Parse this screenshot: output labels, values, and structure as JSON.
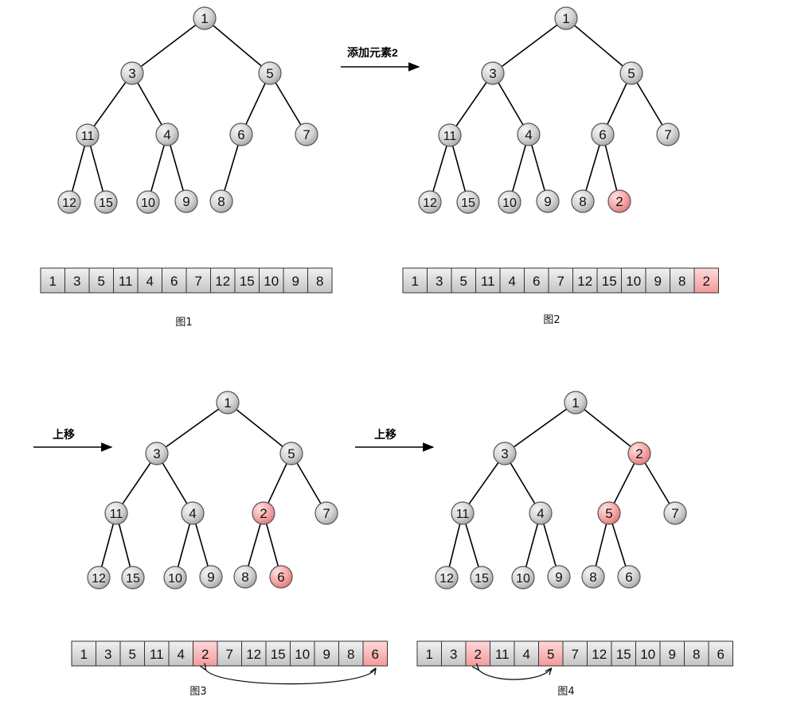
{
  "arrow_labels": {
    "add": "添加元素2",
    "up1": "上移",
    "up2": "上移"
  },
  "colors": {
    "node_fill": "#d6d6d6",
    "highlight_fill": "#f7a6a6",
    "edge": "#000000"
  },
  "figures": [
    {
      "caption": "图1",
      "tree": {
        "nodes": [
          "1",
          "3",
          "5",
          "11",
          "4",
          "6",
          "7",
          "12",
          "15",
          "10",
          "9",
          "8"
        ],
        "edges": [
          [
            0,
            1
          ],
          [
            0,
            2
          ],
          [
            1,
            3
          ],
          [
            1,
            4
          ],
          [
            2,
            5
          ],
          [
            2,
            6
          ],
          [
            3,
            7
          ],
          [
            3,
            8
          ],
          [
            4,
            9
          ],
          [
            4,
            10
          ],
          [
            5,
            11
          ]
        ],
        "highlight": []
      },
      "array": {
        "values": [
          "1",
          "3",
          "5",
          "11",
          "4",
          "6",
          "7",
          "12",
          "15",
          "10",
          "9",
          "8"
        ],
        "highlight": []
      },
      "swap": null
    },
    {
      "caption": "图2",
      "tree": {
        "nodes": [
          "1",
          "3",
          "5",
          "11",
          "4",
          "6",
          "7",
          "12",
          "15",
          "10",
          "9",
          "8",
          "2"
        ],
        "edges": [
          [
            0,
            1
          ],
          [
            0,
            2
          ],
          [
            1,
            3
          ],
          [
            1,
            4
          ],
          [
            2,
            5
          ],
          [
            2,
            6
          ],
          [
            3,
            7
          ],
          [
            3,
            8
          ],
          [
            4,
            9
          ],
          [
            4,
            10
          ],
          [
            5,
            11
          ],
          [
            5,
            12
          ]
        ],
        "highlight": [
          12
        ]
      },
      "array": {
        "values": [
          "1",
          "3",
          "5",
          "11",
          "4",
          "6",
          "7",
          "12",
          "15",
          "10",
          "9",
          "8",
          "2"
        ],
        "highlight": [
          12
        ]
      },
      "swap": null
    },
    {
      "caption": "图3",
      "tree": {
        "nodes": [
          "1",
          "3",
          "5",
          "11",
          "4",
          "2",
          "7",
          "12",
          "15",
          "10",
          "9",
          "8",
          "6"
        ],
        "edges": [
          [
            0,
            1
          ],
          [
            0,
            2
          ],
          [
            1,
            3
          ],
          [
            1,
            4
          ],
          [
            2,
            5
          ],
          [
            2,
            6
          ],
          [
            3,
            7
          ],
          [
            3,
            8
          ],
          [
            4,
            9
          ],
          [
            4,
            10
          ],
          [
            5,
            11
          ],
          [
            5,
            12
          ]
        ],
        "highlight": [
          5,
          12
        ]
      },
      "array": {
        "values": [
          "1",
          "3",
          "5",
          "11",
          "4",
          "2",
          "7",
          "12",
          "15",
          "10",
          "9",
          "8",
          "6"
        ],
        "highlight": [
          5,
          12
        ]
      },
      "swap": [
        5,
        12
      ]
    },
    {
      "caption": "图4",
      "tree": {
        "nodes": [
          "1",
          "3",
          "2",
          "11",
          "4",
          "5",
          "7",
          "12",
          "15",
          "10",
          "9",
          "8",
          "6"
        ],
        "edges": [
          [
            0,
            1
          ],
          [
            0,
            2
          ],
          [
            1,
            3
          ],
          [
            1,
            4
          ],
          [
            2,
            5
          ],
          [
            2,
            6
          ],
          [
            3,
            7
          ],
          [
            3,
            8
          ],
          [
            4,
            9
          ],
          [
            4,
            10
          ],
          [
            5,
            11
          ],
          [
            5,
            12
          ]
        ],
        "highlight": [
          2,
          5
        ]
      },
      "array": {
        "values": [
          "1",
          "3",
          "2",
          "11",
          "4",
          "5",
          "7",
          "12",
          "15",
          "10",
          "9",
          "8",
          "6"
        ],
        "highlight": [
          2,
          5
        ]
      },
      "swap": [
        2,
        5
      ]
    }
  ]
}
